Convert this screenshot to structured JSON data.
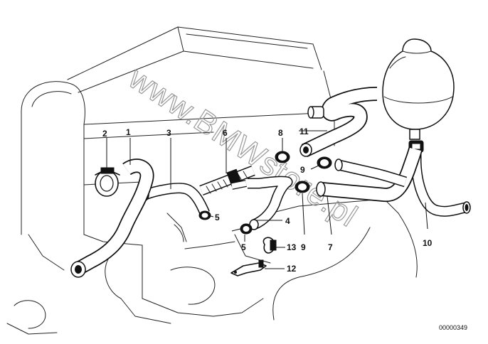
{
  "watermark": "www.BMWstore.pl",
  "reference_code": "00000349",
  "callouts": {
    "c1": "1",
    "c2": "2",
    "c3": "3",
    "c4": "4",
    "c5a": "5",
    "c5b": "5",
    "c6": "6",
    "c7": "7",
    "c8": "8",
    "c9a": "9",
    "c9b": "9",
    "c10": "10",
    "c11": "11",
    "c12": "12",
    "c13": "13"
  }
}
